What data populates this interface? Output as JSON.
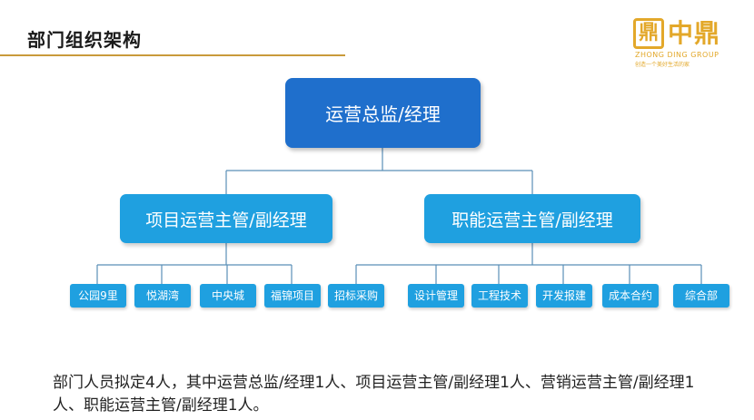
{
  "header": {
    "title": "部门组织架构"
  },
  "logo": {
    "mark": "鼎",
    "name": "中鼎",
    "english": "ZHONG DING GROUP",
    "slogan": "创造一个美好生活的家"
  },
  "org": {
    "top": "运营总监/经理",
    "mid_left": "项目运营主管/副经理",
    "mid_right": "职能运营主管/副经理",
    "left_leaves": [
      "公园9里",
      "悦湖湾",
      "中央城",
      "福锦项目"
    ],
    "right_leaves": [
      "招标采购",
      "设计管理",
      "工程技术",
      "开发报建",
      "成本合约",
      "综合部"
    ]
  },
  "note": "部门人员拟定4人，其中运营总监/经理1人、项目运营主管/副经理1人、营销运营主管/副经理1人、职能运营主管/副经理1人。",
  "colors": {
    "top_box": "#1f6fcc",
    "sub_box": "#1fa0e0",
    "connector": "#5a8fb8",
    "accent": "#e3a82a"
  }
}
